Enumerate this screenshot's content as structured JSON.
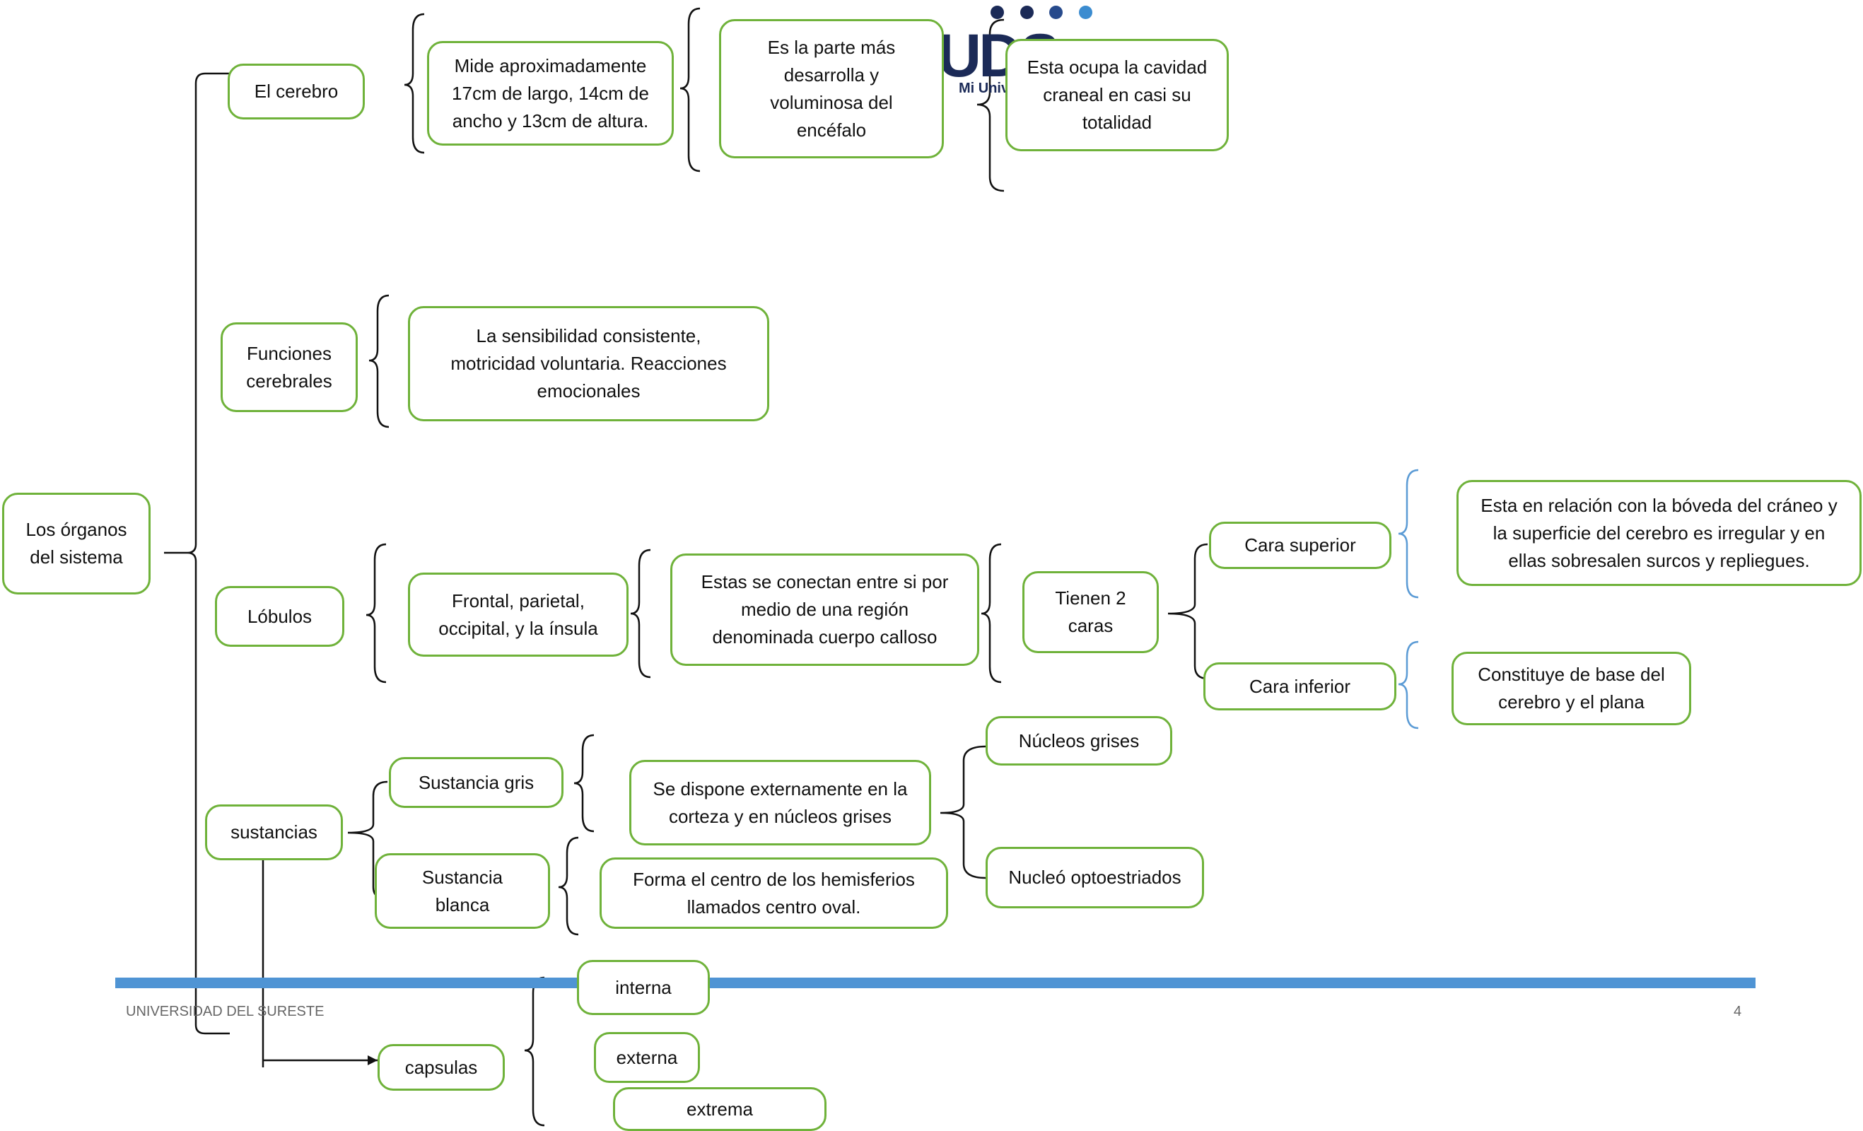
{
  "footer": {
    "university": "UNIVERSIDAD DEL SURESTE",
    "page_number": "4"
  },
  "logo": {
    "letters": "UDS",
    "subtitle": "Mi Universidad"
  },
  "nodes": {
    "root": "Los órganos\ndel sistema",
    "cerebro": "El cerebro",
    "mide": "Mide aproximadamente\n17cm de largo, 14cm de\nancho y 13cm de altura.",
    "parte": "Es la parte más\ndesarrolla y\nvoluminosa del\nencéfalo",
    "ocupa": "Esta ocupa la cavidad\ncraneal en casi su\ntotalidad",
    "funciones": "Funciones\ncerebrales",
    "sensibilidad": "La sensibilidad consistente,\nmotricidad voluntaria. Reacciones\nemocionales",
    "lobulos": "Lóbulos",
    "frontal": "Frontal, parietal,\noccipital, y la ínsula",
    "conectan": "Estas se conectan entre si por\nmedio de una región\ndenominada cuerpo calloso",
    "tienen": "Tienen 2\ncaras",
    "cara_sup": "Cara superior",
    "cara_inf": "Cara inferior",
    "boveda": "Esta en relación con la bóveda del cráneo y\nla superficie del cerebro es irregular y en\nellas sobresalen surcos y repliegues.",
    "base": "Constituye de base del\ncerebro y el plana",
    "sustancias": "sustancias",
    "gris": "Sustancia gris",
    "blanca": "Sustancia\nblanca",
    "dispone": "Se dispone externamente en la\ncorteza y en núcleos grises",
    "forma": "Forma el centro de los hemisferios\nllamados centro oval.",
    "nucleos": "Núcleos grises",
    "opto": "Nucleó optoestriados",
    "capsulas": "capsulas",
    "interna": "interna",
    "externa": "externa",
    "extrema": "extrema"
  },
  "colors": {
    "box_border": "#6fb23a",
    "rule": "#4f94d4",
    "brace_black": "#111111",
    "brace_blue": "#5b9bd5"
  }
}
